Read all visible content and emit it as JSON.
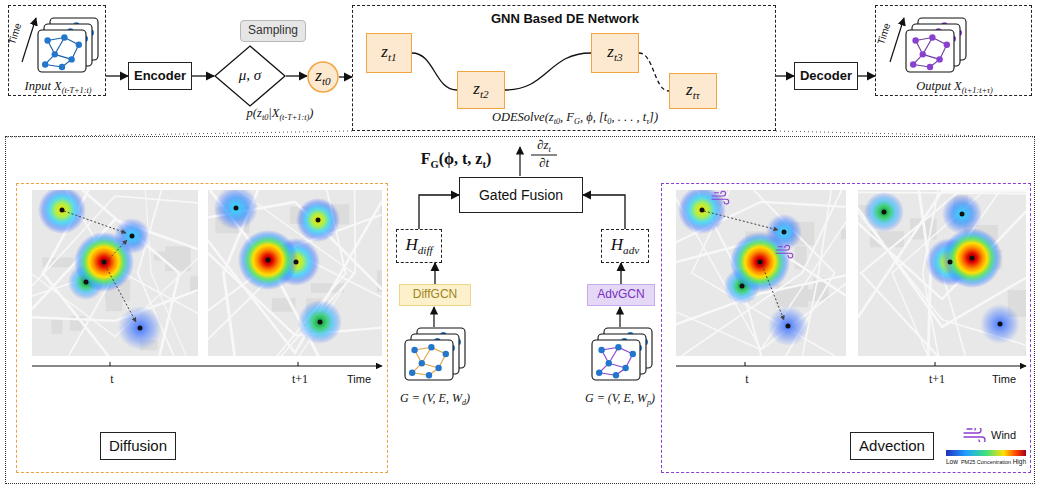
{
  "diagram": {
    "nodes": [
      {
        "text": [
          "Time",
          "Input X",
          "(t-T+1:t)"
        ]
      },
      {
        "text": [
          "Encoder"
        ]
      },
      {
        "text": [
          "Sampling"
        ]
      },
      {
        "text": [
          "μ, σ"
        ]
      },
      {
        "text": [
          "z",
          "t0"
        ]
      },
      {
        "text": [
          "GNN Based DE Network"
        ]
      },
      {
        "text": [
          "z",
          "t1"
        ],
        "in": 5
      },
      {
        "text": [
          "z",
          "t2"
        ],
        "in": 5
      },
      {
        "text": [
          "z",
          "t3"
        ],
        "in": 5
      },
      {
        "text": [
          "z",
          "tτ"
        ],
        "in": 5
      },
      {
        "text": [
          "Decoder"
        ]
      },
      {
        "text": [
          "Time",
          "Output X",
          "(t+1:t+τ)"
        ]
      },
      {
        "text": [
          "F",
          "G",
          "(ϕ, t, z",
          "t",
          ")"
        ]
      },
      {
        "text": [
          "Gated Fusion"
        ],
        "in": 12
      },
      {
        "text": [
          "t",
          "t+1",
          "Time"
        ],
        "in": 12
      },
      {
        "text": [
          "Diffusion"
        ],
        "in": 14
      },
      {
        "text": [
          "H",
          "diff"
        ],
        "in": 12
      },
      {
        "text": [
          "DiffGCN"
        ],
        "in": 12
      },
      {
        "text": [
          "H",
          "adv"
        ],
        "in": 12
      },
      {
        "text": [
          "AdvGCN"
        ],
        "in": 12
      },
      {
        "text": [
          "t",
          "t+1",
          "Time"
        ],
        "in": 12
      },
      {
        "text": [
          "Advection"
        ],
        "in": 20
      }
    ],
    "edges": [
      {
        "from": 0,
        "to": 1,
        "arrow": "to"
      },
      {
        "from": 1,
        "to": 3,
        "arrow": "to"
      },
      {
        "from": 3,
        "to": 4,
        "arrow": "to"
      },
      {
        "from": 4,
        "to": 5,
        "arrow": "to"
      },
      {
        "from": 6,
        "to": 7,
        "arrow": "none"
      },
      {
        "from": 7,
        "to": 8,
        "arrow": "none"
      },
      {
        "from": 8,
        "to": 9,
        "arrow": "none"
      },
      {
        "from": 5,
        "to": 10,
        "arrow": "to"
      },
      {
        "from": 10,
        "to": 11,
        "arrow": "to"
      },
      {
        "from": 16,
        "to": 13,
        "arrow": "to"
      },
      {
        "from": 18,
        "to": 13,
        "arrow": "to"
      },
      {
        "from": 17,
        "to": 16,
        "arrow": "to"
      },
      {
        "from": 19,
        "to": 18,
        "arrow": "to"
      }
    ],
    "labels": [
      "p(z",
      "t0",
      "|X",
      "(t-T+1:t)",
      ")",
      "ODESolve(z",
      "t0",
      ", F",
      "G",
      ", ϕ, [t",
      "0",
      ", . . . , t",
      "τ",
      "])",
      "∂z",
      "t",
      "∂t",
      "G = (V, E, W",
      "d",
      ")",
      "G = (V, E, W",
      "p",
      ")",
      "Low",
      "PM25 Concentration",
      "High"
    ],
    "legend": [
      {
        "text": "Wind"
      }
    ]
  }
}
